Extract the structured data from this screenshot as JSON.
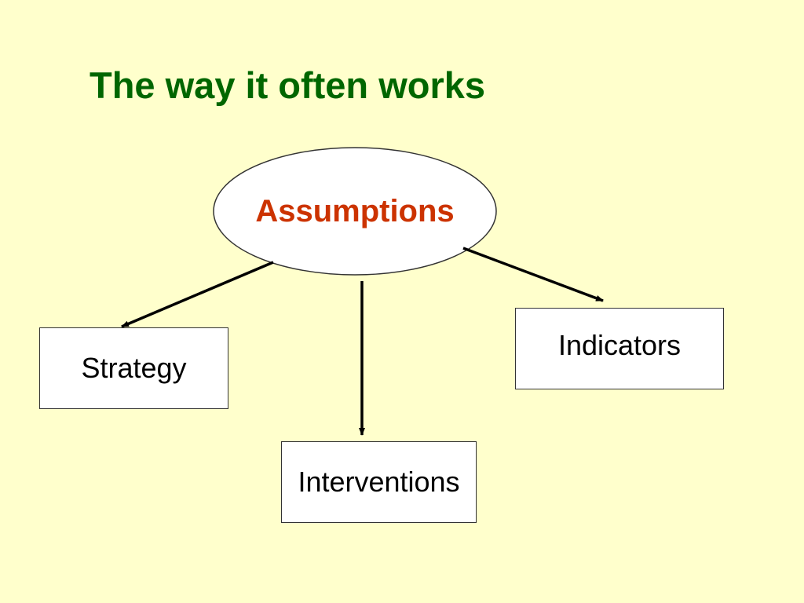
{
  "slide": {
    "title": "The way it often works",
    "colors": {
      "background": "#ffffcc",
      "title": "#006600",
      "central_node_text": "#cc3300",
      "connector": "#000000",
      "box_fill": "#ffffff"
    }
  },
  "diagram": {
    "central_node": {
      "label": "Assumptions",
      "shape": "ellipse"
    },
    "nodes": {
      "strategy": {
        "label": "Strategy"
      },
      "indicators": {
        "label": "Indicators"
      },
      "interventions": {
        "label": "Interventions"
      }
    },
    "edges": [
      {
        "from": "Assumptions",
        "to": "Strategy"
      },
      {
        "from": "Assumptions",
        "to": "Interventions"
      },
      {
        "from": "Assumptions",
        "to": "Indicators"
      }
    ]
  }
}
